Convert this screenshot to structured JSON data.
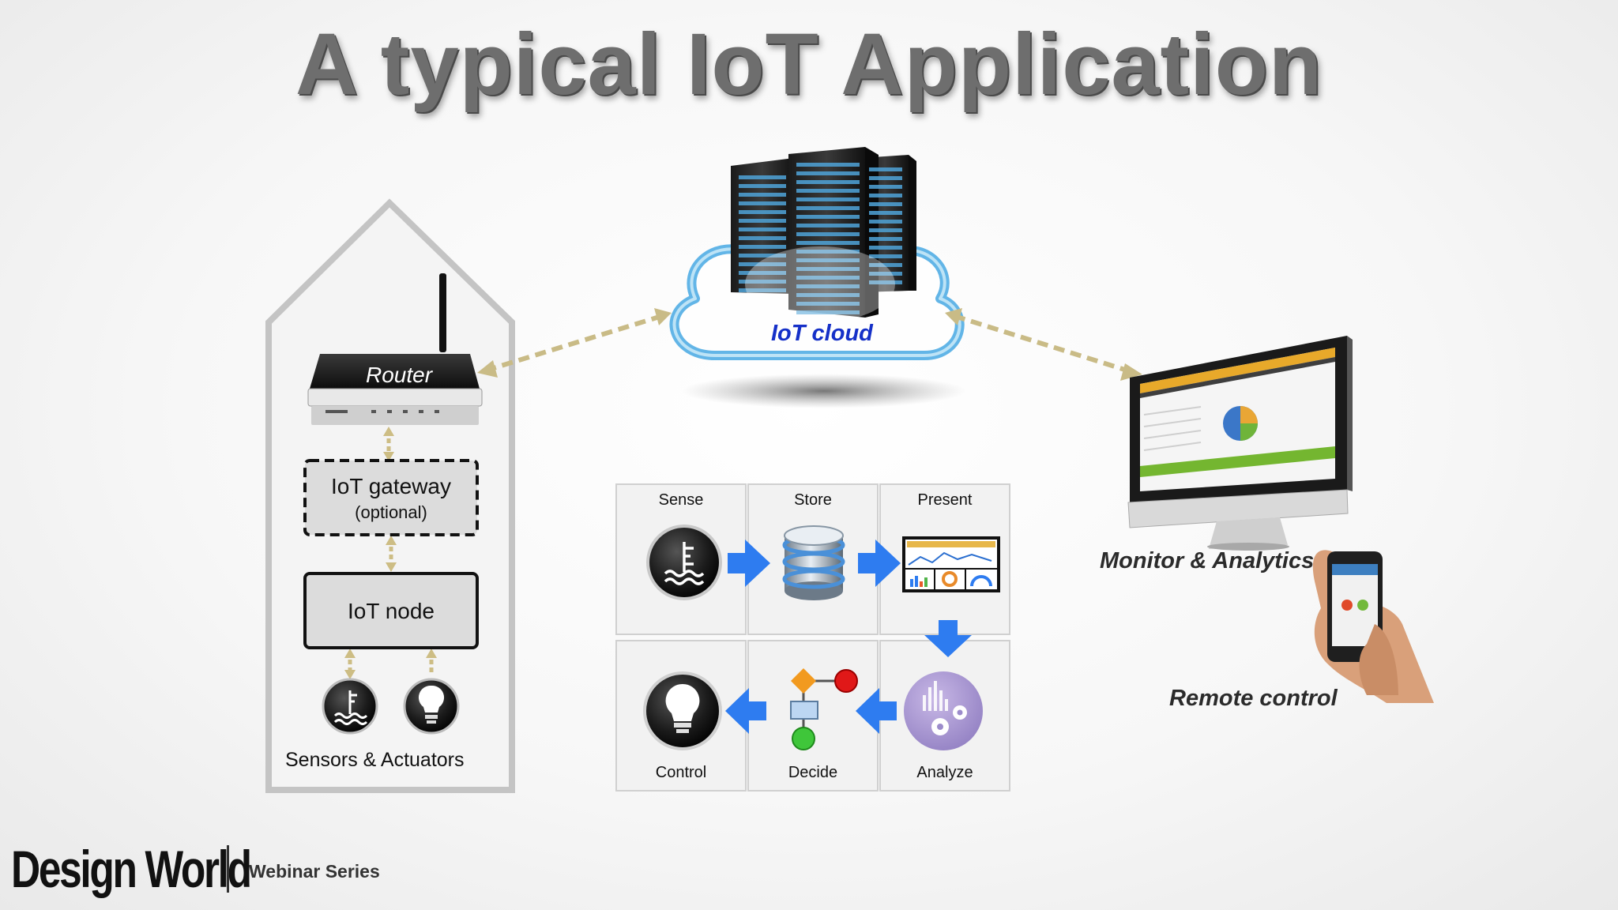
{
  "title": "A typical IoT Application",
  "cloud": {
    "label": "IoT cloud"
  },
  "home": {
    "router_label": "Router",
    "gateway_label": "IoT gateway",
    "gateway_sublabel": "(optional)",
    "node_label": "IoT node",
    "sensors_label": "Sensors & Actuators"
  },
  "pipeline": {
    "sense": "Sense",
    "store": "Store",
    "present": "Present",
    "analyze": "Analyze",
    "decide": "Decide",
    "control": "Control"
  },
  "monitor_label": "Monitor & Analytics",
  "remote_label": "Remote control",
  "footer": {
    "brand": "Design World",
    "series": "Webinar Series"
  },
  "colors": {
    "dashed_link": "#c9bb86",
    "flow_arrow": "#2e7cf0",
    "title": "#6e6e6e"
  }
}
